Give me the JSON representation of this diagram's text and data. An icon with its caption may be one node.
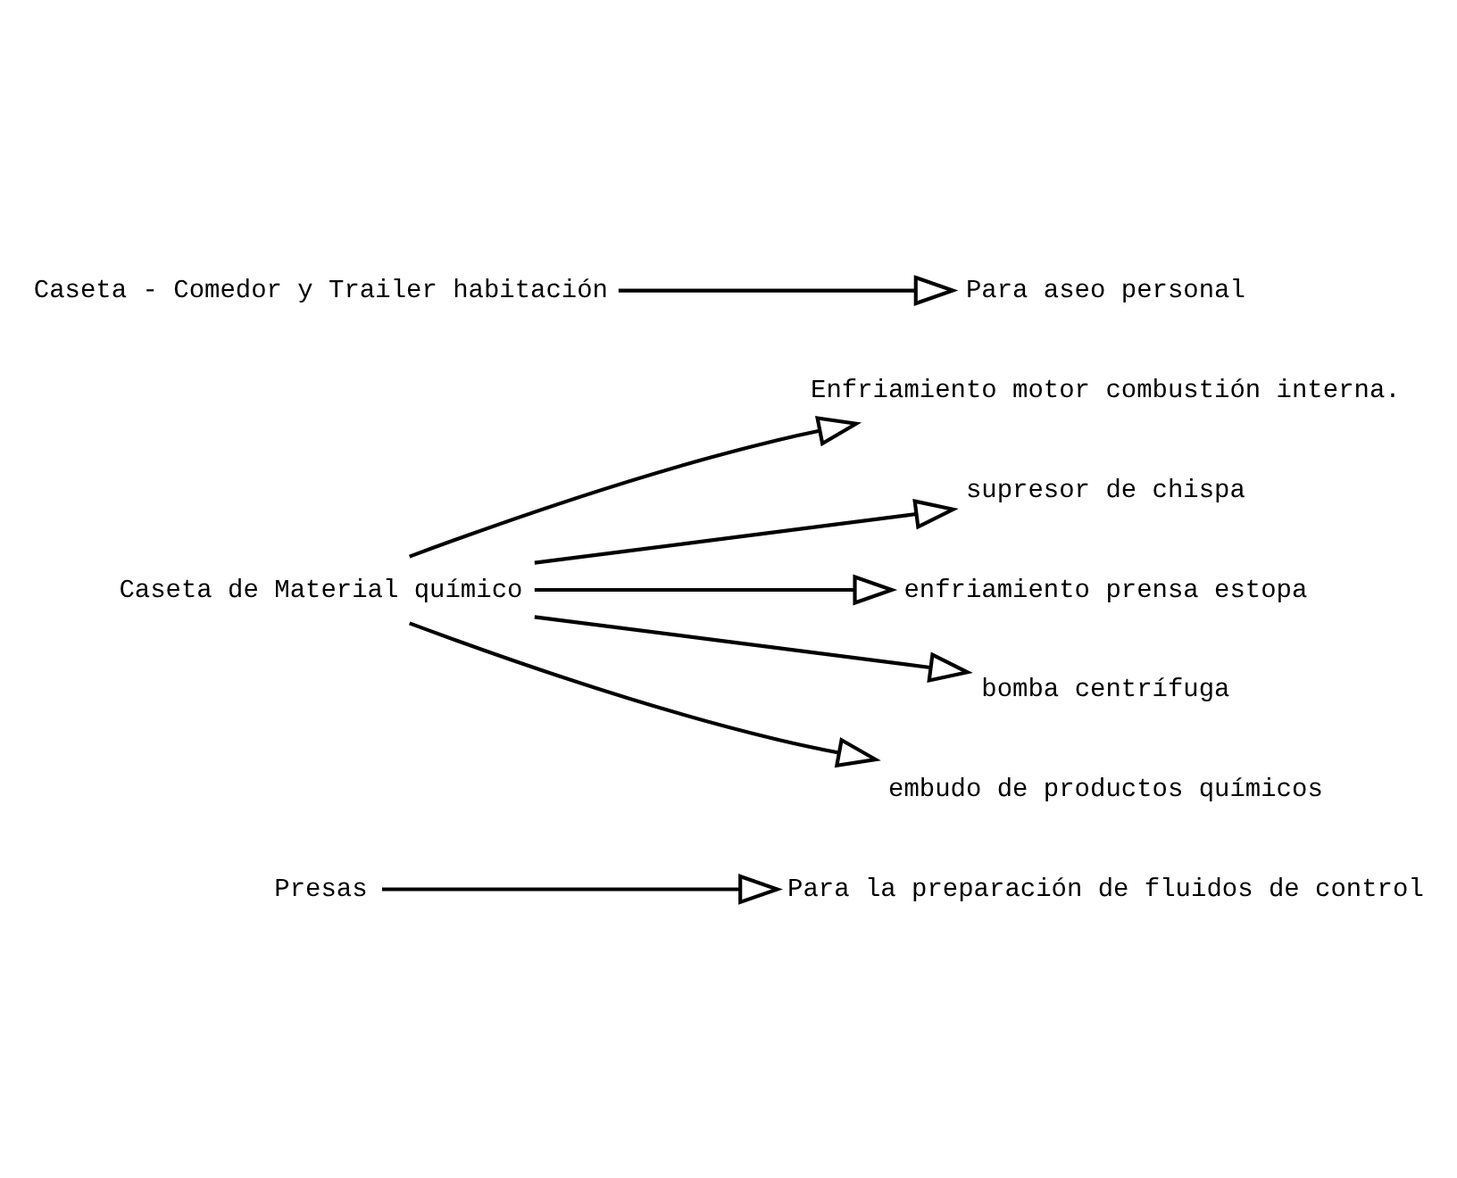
{
  "diagram": {
    "nodes": [
      {
        "text": [
          "Presas"
        ]
      },
      {
        "text": [
          "Para la preparación de fluidos de control"
        ]
      },
      {
        "text": [
          "Enfriamiento motor combustión interna."
        ]
      },
      {
        "text": [
          "Caseta de Material químico"
        ]
      },
      {
        "text": [
          "supresor de chispa"
        ]
      },
      {
        "text": [
          "enfriamiento prensa estopa"
        ]
      },
      {
        "text": [
          "bomba centrífuga"
        ]
      },
      {
        "text": [
          "embudo de productos químicos"
        ]
      },
      {
        "text": [
          "Caseta - Comedor y Trailer habitación"
        ]
      },
      {
        "text": [
          "Para aseo personal"
        ]
      }
    ],
    "edges": [
      {
        "from": 0,
        "to": 1,
        "arrow": "to"
      },
      {
        "from": 3,
        "to": 2,
        "arrow": "to"
      },
      {
        "from": 3,
        "to": 4,
        "arrow": "to"
      },
      {
        "from": 3,
        "to": 5,
        "arrow": "to"
      },
      {
        "from": 3,
        "to": 6,
        "arrow": "to"
      },
      {
        "from": 3,
        "to": 7,
        "arrow": "to"
      },
      {
        "from": 8,
        "to": 9,
        "arrow": "to"
      }
    ]
  }
}
